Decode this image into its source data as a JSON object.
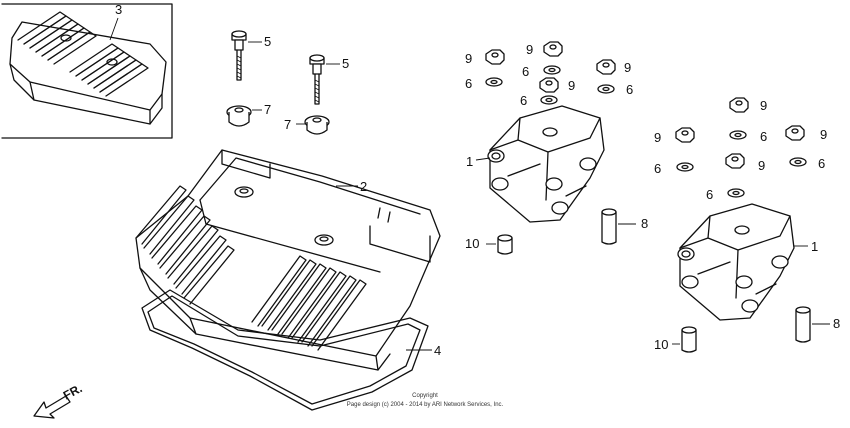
{
  "callouts": {
    "p1a": "1",
    "p1b": "1",
    "p2": "2",
    "p3": "3",
    "p4": "4",
    "p5a": "5",
    "p5b": "5",
    "p6a": "6",
    "p6b": "6",
    "p6c": "6",
    "p6d": "6",
    "p6e": "6",
    "p6f": "6",
    "p6g": "6",
    "p6h": "6",
    "p7a": "7",
    "p7b": "7",
    "p8a": "8",
    "p8b": "8",
    "p9a": "9",
    "p9b": "9",
    "p9c": "9",
    "p9d": "9",
    "p9e": "9",
    "p9f": "9",
    "p9g": "9",
    "p9h": "9",
    "p10a": "10",
    "p10b": "10"
  },
  "copyright": {
    "line1": "Copyright",
    "line2": "Page design (c) 2004 - 2014 by ARI Network Services, Inc."
  },
  "direction_label": "FR."
}
